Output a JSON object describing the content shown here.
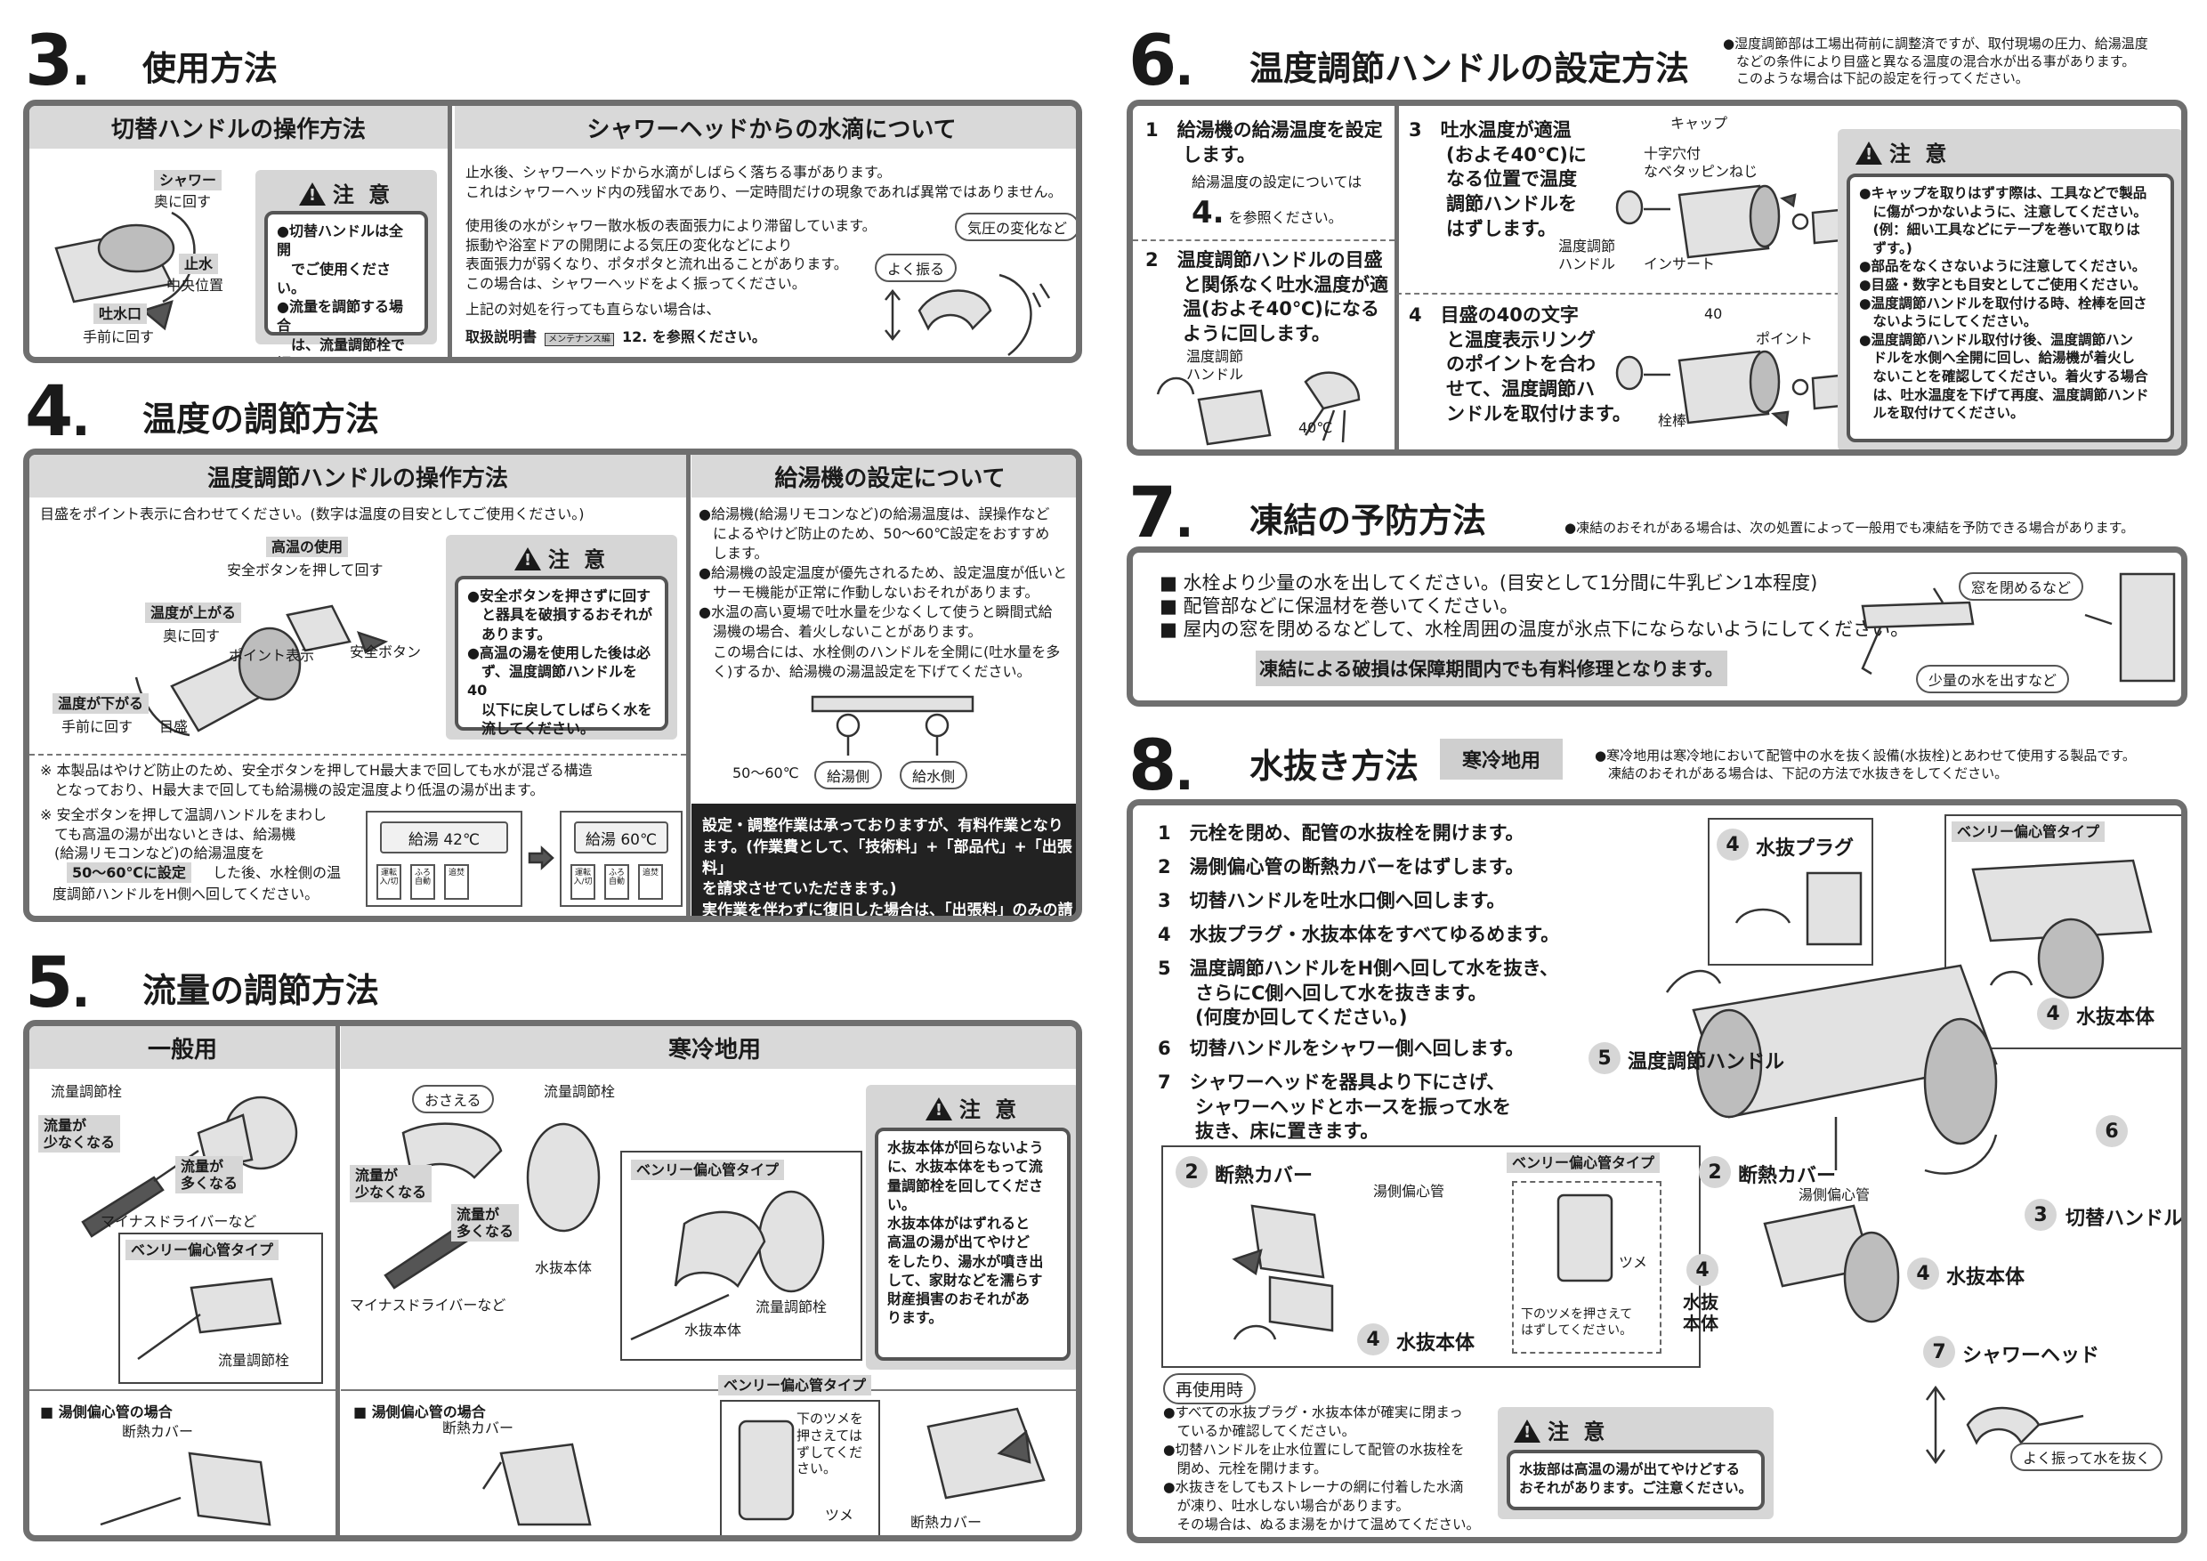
{
  "s3": {
    "num": "3",
    "title": "使用方法",
    "left_header": "切替ハンドルの操作方法",
    "right_header": "シャワーヘッドからの水滴について",
    "shower_tag": "シャワー",
    "shower_sub": "奥に回す",
    "stop_tag": "止水",
    "stop_sub": "中央位置",
    "spout_tag": "吐水口",
    "spout_sub": "手前に回す",
    "caution_title": "注 意",
    "caution_text": "●切替ハンドルは全開\n　でご使用ください。\n●流量を調節する場合\n　は、流量調節栓で調\n　節してください。",
    "drip_p1": "止水後、シャワーヘッドから水滴がしばらく落ちる事があります。\nこれはシャワーヘッド内の残留水であり、一定時間だけの現象であれば異常ではありません。",
    "drip_p2": "使用後の水がシャワー散水板の表面張力により滞留しています。\n振動や浴室ドアの開閉による気圧の変化などにより\n表面張力が弱くなり、ポタポタと流れ出ることがあります。\nこの場合は、シャワーヘッドをよく振ってください。",
    "drip_p3": "上記の対処を行っても直らない場合は、",
    "drip_p4a": "取扱説明書",
    "drip_p4b": "メンテナンス編",
    "drip_p4c": "12. を参照ください。",
    "pill_pressure": "気圧の変化など",
    "pill_shake": "よく振る"
  },
  "s4": {
    "num": "4",
    "title": "温度の調節方法",
    "left_header": "温度調節ハンドルの操作方法",
    "right_header": "給湯機の設定について",
    "intro": "目盛をポイント表示に合わせてください。(数字は温度の目安としてご使用ください。)",
    "hot_tag": "高温の使用",
    "hot_sub": "安全ボタンを押して回す",
    "up_tag": "温度が上がる",
    "up_sub": "奥に回す",
    "down_tag": "温度が下がる",
    "down_sub": "手前に回す",
    "point_label": "ポイント表示",
    "safety_label": "安全ボタン",
    "scale_label": "目盛",
    "caution_title": "注 意",
    "caution_text": "●安全ボタンを押さずに回す\n　と器具を破損するおそれが\n　あります。\n●高温の湯を使用した後は必\n　ず、温度調節ハンドルを40\n　以下に戻してしばらく水を\n　流してください。",
    "note1": "※ 本製品はやけど防止のため、安全ボタンを押してH最大まで回しても水が混ざる構造\n　となっており、H最大まで回しても給湯機の設定温度より低温の湯が出ます。",
    "note2": "※ 安全ボタンを押して温調ハンドルをまわし\n　ても高温の湯が出ないときは、給湯機\n　(給湯リモコンなど)の給湯温度を",
    "note2_tag": "50～60℃に設定",
    "note2_after": "した後、水栓側の温",
    "note2_end": "度調節ハンドルをH側へ回してください。",
    "disp_before": "給湯 42℃",
    "disp_after": "給湯 60℃",
    "btn1": "運転\n入/切",
    "btn2": "ふろ\n自動",
    "btn3": "追焚",
    "water_heater": "●給湯機(給湯リモコンなど)の給湯温度は、誤操作など\n　によるやけど防止のため、50～60℃設定をおすすめ\n　します。\n●給湯機の設定温度が優先されるため、設定温度が低いと\n　サーモ機能が正常に作動しないおそれがあります。\n●水温の高い夏場で吐水量を少なくして使うと瞬間式給\n　湯機の場合、着火しないことがあります。\n　この場合には、水栓側のハンドルを全開に(吐水量を多\n　く)するか、給湯機の湯温設定を下げてください。",
    "temp_range": "50～60℃",
    "hot_side": "給湯側",
    "cold_side": "給水側",
    "dark_note": "設定・調整作業は承っておりますが、有料作業となり\nます。(作業費として、「技術料」+「部品代」+「出張料」\nを請求させていただきます。)\n実作業を伴わずに復旧した場合は、「出張料」のみの請\n求となります。"
  },
  "s5": {
    "num": "5",
    "title": "流量の調節方法",
    "gen_header": "一般用",
    "cold_header": "寒冷地用",
    "flow_valve": "流量調節栓",
    "less": "流量が\n少なくなる",
    "more": "流量が\n多くなる",
    "driver": "マイナスドライバーなど",
    "benry": "ベンリー偏心管タイプ",
    "press": "おさえる",
    "drain_body": "水抜本体",
    "hot_pipe_case": "湯側偏心管の場合",
    "insul_cover": "断熱カバー",
    "claw_note": "下のツメを\n押さえては\nずしてくだ\nさい。",
    "claw": "ツメ",
    "caution_title": "注 意",
    "caution_text": "水抜本体が回らないよう\nに、水抜本体をもって流\n量調節栓を回してくださ\nい。\n水抜本体がはずれると\n高温の湯が出てやけど\nをしたり、湯水が噴き出\nして、家財などを濡らす\n財産損害のおそれがあ\nります。"
  },
  "s6": {
    "num": "6",
    "title": "温度調節ハンドルの設定方法",
    "side_note": "●湿度調節部は工場出荷前に調整済ですが、取付現場の圧力、給湯温度\n　などの条件により目盛と異なる温度の混合水が出る事があります。\n　このような場合は下記の設定を行ってください。",
    "step1": "1　給湯機の給湯温度を設定\n　　します。",
    "step1_sub": "給湯温度の設定については",
    "step1_ref": "4.",
    "step1_ref_after": "を参照ください。",
    "step2": "2　温度調節ハンドルの目盛\n　　と関係なく吐水温度が適\n　　温(およそ40℃)になる\n　　ように回します。",
    "step2_handle": "温度調節\nハンドル",
    "temp40": "40℃",
    "step3": "3　吐水温度が適温\n　　(およそ40℃)に\n　　なる位置で温度\n　　調節ハンドルを\n　　はずします。",
    "cap": "キャップ",
    "screw": "十字穴付\nなベタッピンねじ",
    "handle3": "温度調節\nハンドル",
    "insert": "インサート",
    "step4": "4　目盛の40の文字\n　　と温度表示リング\n　　のポイントを合わ\n　　せて、温度調節ハ\n　　ンドルを取付けます。",
    "forty": "40",
    "point": "ポイント",
    "spindle": "栓棒",
    "caution_title": "注 意",
    "caution_text": "●キャップを取りはずす際は、工具などで製品\n　に傷がつかないように、注意してください。\n　(例：細い工具などにテープを巻いて取りは\n　ずす。)\n●部品をなくさないように注意してください。\n●目盛・数字とも目安としてご使用ください。\n●温度調節ハンドルを取付ける時、栓棒を回さ\n　ないようにしてください。\n●温度調節ハンドル取付け後、温度調節ハン\n　ドルを水側へ全開に回し、給湯機が着火し\n　ないことを確認してください。着火する場合\n　は、吐水温度を下げて再度、温度調節ハンド\n　ルを取付けてください。"
  },
  "s7": {
    "num": "7",
    "title": "凍結の予防方法",
    "side_note": "●凍結のおそれがある場合は、次の処置によって一般用でも凍結を予防できる場合があります。",
    "items": [
      "■ 水栓より少量の水を出してください。(目安として1分間に牛乳ビン1本程度)",
      "■ 配管部などに保温材を巻いてください。",
      "■ 屋内の窓を閉めるなどして、水栓周囲の温度が氷点下にならないようにしてください。"
    ],
    "band": "凍結による破損は保障期間内でも有料修理となります。",
    "pill_window": "窓を閉めるなど",
    "pill_water": "少量の水を出すなど"
  },
  "s8": {
    "num": "8",
    "title": "水抜き方法",
    "badge": "寒冷地用",
    "side_note": "●寒冷地用は寒冷地において配管中の水を抜く設備(水抜栓)とあわせて使用する製品です。\n　凍結のおそれがある場合は、下記の方法で水抜きをしてください。",
    "steps": [
      "1　元栓を閉め、配管の水抜栓を開けます。",
      "2　湯側偏心管の断熱カバーをはずします。",
      "3　切替ハンドルを吐水口側へ回します。",
      "4　水抜プラグ・水抜本体をすべてゆるめます。",
      "5　温度調節ハンドルをH側へ回して水を抜き、\n　　さらにC側へ回して水を抜きます。\n　　(何度か回してください。)",
      "6　切替ハンドルをシャワー側へ回します。",
      "7　シャワーヘッドを器具より下にさげ、\n　　シャワーヘッドとホースを振って水を\n　　抜き、床に置きます。"
    ],
    "drain_plug": "水抜プラグ",
    "benry": "ベンリー偏心管タイプ",
    "drain_body": "水抜本体",
    "temp_handle": "温度調節ハンドル",
    "switch_handle": "切替ハンドル",
    "shower_head": "シャワーヘッド",
    "insul_cover": "断熱カバー",
    "hot_pipe": "湯側偏心管",
    "claw": "ツメ",
    "claw_note": "下のツメを押さえて\nはずしてください。",
    "drain_body2": "水抜\n本体",
    "reuse": "再使用時",
    "reuse_text": "●すべての水抜プラグ・水抜本体が確実に閉まっ\n　ているか確認してください。\n●切替ハンドルを止水位置にして配管の水抜栓を\n　閉め、元栓を開けます。\n●水抜きをしてもストレーナの網に付着した水滴\n　が凍り、吐水しない場合があります。\n　その場合は、ぬるま湯をかけて温めてください。",
    "caution_title": "注 意",
    "caution_text": "水抜部は高温の湯が出てやけどする\nおそれがあります。ご注意ください。",
    "pill_shake": "よく振って水を抜く",
    "n2": "2",
    "n3": "3",
    "n4": "4",
    "n5": "5",
    "n6": "6",
    "n7": "7"
  }
}
